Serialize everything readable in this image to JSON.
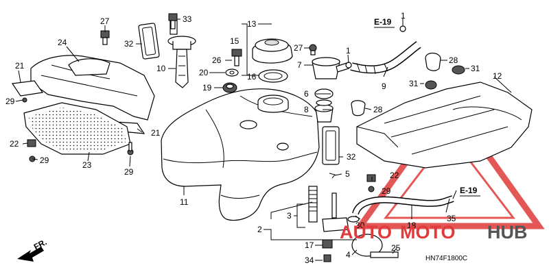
{
  "callouts": [
    {
      "id": "c1",
      "text": "1"
    },
    {
      "id": "c1b",
      "text": "1"
    },
    {
      "id": "c2",
      "text": "2"
    },
    {
      "id": "c3",
      "text": "3"
    },
    {
      "id": "c4",
      "text": "4"
    },
    {
      "id": "c5",
      "text": "5"
    },
    {
      "id": "c6",
      "text": "6"
    },
    {
      "id": "c7",
      "text": "7"
    },
    {
      "id": "c8",
      "text": "8"
    },
    {
      "id": "c9",
      "text": "9"
    },
    {
      "id": "c10",
      "text": "10"
    },
    {
      "id": "c11",
      "text": "11"
    },
    {
      "id": "c12",
      "text": "12"
    },
    {
      "id": "c13",
      "text": "13"
    },
    {
      "id": "c15",
      "text": "15"
    },
    {
      "id": "c16",
      "text": "16"
    },
    {
      "id": "c17",
      "text": "17"
    },
    {
      "id": "c18",
      "text": "18"
    },
    {
      "id": "c19",
      "text": "19"
    },
    {
      "id": "c20",
      "text": "20"
    },
    {
      "id": "c21a",
      "text": "21"
    },
    {
      "id": "c21b",
      "text": "21"
    },
    {
      "id": "c22a",
      "text": "22"
    },
    {
      "id": "c22b",
      "text": "22"
    },
    {
      "id": "c23",
      "text": "23"
    },
    {
      "id": "c24",
      "text": "24"
    },
    {
      "id": "c25",
      "text": "25"
    },
    {
      "id": "c26",
      "text": "26"
    },
    {
      "id": "c27a",
      "text": "27"
    },
    {
      "id": "c27b",
      "text": "27"
    },
    {
      "id": "c28a",
      "text": "28"
    },
    {
      "id": "c28b",
      "text": "28"
    },
    {
      "id": "c29a",
      "text": "29"
    },
    {
      "id": "c29b",
      "text": "29"
    },
    {
      "id": "c29c",
      "text": "29"
    },
    {
      "id": "c29d",
      "text": "29"
    },
    {
      "id": "c30",
      "text": "30"
    },
    {
      "id": "c31a",
      "text": "31"
    },
    {
      "id": "c31b",
      "text": "31"
    },
    {
      "id": "c32a",
      "text": "32"
    },
    {
      "id": "c32b",
      "text": "32"
    },
    {
      "id": "c33",
      "text": "33"
    },
    {
      "id": "c34",
      "text": "34"
    },
    {
      "id": "c35",
      "text": "35"
    }
  ],
  "refs": {
    "e19_top": "E-19",
    "e19_right": "E-19"
  },
  "front_label": "FR.",
  "diagram_code": "HN74F1800C",
  "watermark": {
    "part1": "AUTO",
    "part2": "MOTO",
    "part3": "HUB",
    "color_red": "#e03a3a",
    "color_dark": "#555555"
  }
}
